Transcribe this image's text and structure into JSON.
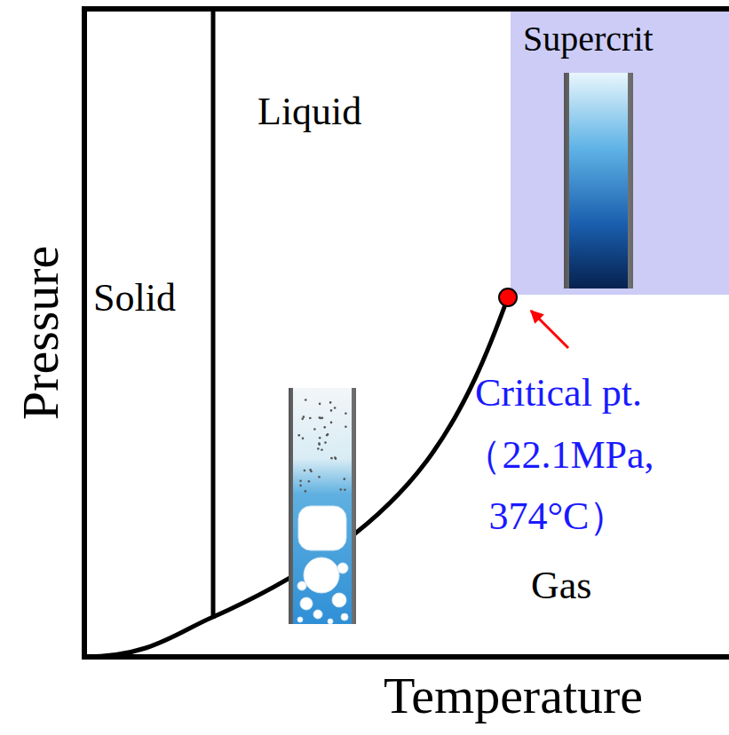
{
  "diagram": {
    "nodes": [
      {
        "text": [
          "Supercrit"
        ]
      }
    ],
    "edges": [],
    "labels": [
      "Liquid",
      "Solid",
      "Critical pt. （22.1MPa, 374°C）",
      "Gas",
      "Pressure",
      "Temperature"
    ]
  }
}
